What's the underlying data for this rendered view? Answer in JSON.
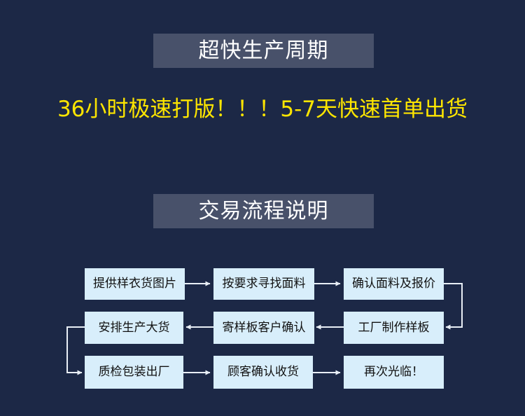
{
  "header_cycle": "超快生产周期",
  "tagline": "36小时极速打版！！！5-7天快速首单出货",
  "header_process": "交易流程说明",
  "steps": [
    "提供样衣货图片",
    "按要求寻找面料",
    "确认面料及报价",
    "工厂制作样板",
    "寄样板客户确认",
    "安排生产大货",
    "质检包装出厂",
    "顾客确认收货",
    "再次光临！"
  ],
  "colors": {
    "background": "#1c2846",
    "header_box": "#48516a",
    "tagline": "#fde500",
    "step_box": "#d8eefb",
    "connector": "#e8eef5"
  }
}
